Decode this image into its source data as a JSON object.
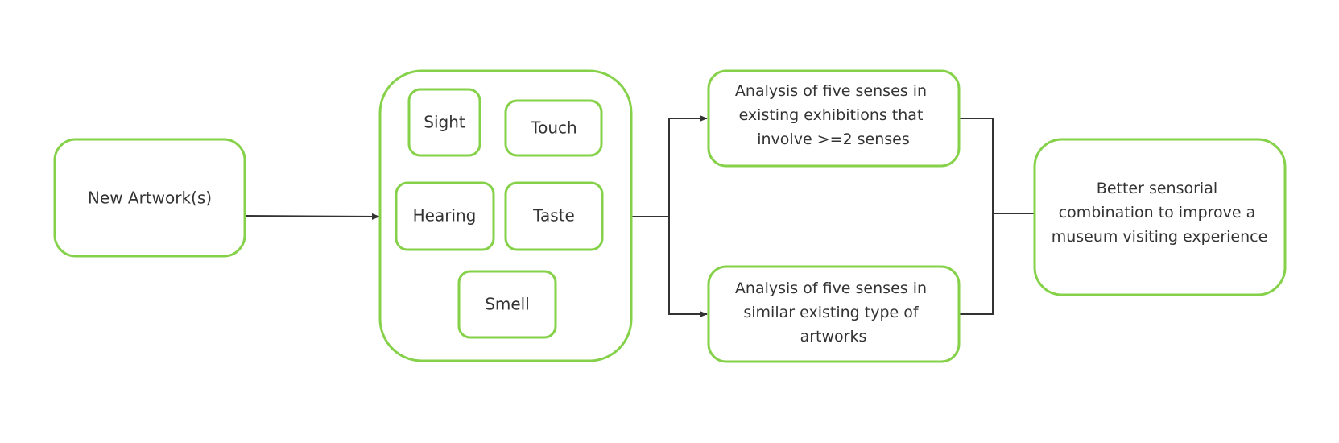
{
  "colors": {
    "box_border": "#86d14a",
    "connector": "#333333",
    "text": "#333333",
    "background": "#ffffff"
  },
  "nodes": {
    "new_artwork": "New Artwork(s)",
    "senses": {
      "sight": "Sight",
      "touch": "Touch",
      "hearing": "Hearing",
      "taste": "Taste",
      "smell": "Smell"
    },
    "analysis_exhibitions": [
      "Analysis of five senses in",
      "existing exhibitions that",
      "involve >=2 senses"
    ],
    "analysis_artworks": [
      "Analysis of five senses in",
      "similar existing type of",
      "artworks"
    ],
    "outcome": [
      "Better sensorial",
      "combination to improve a",
      "museum visiting experience"
    ]
  }
}
